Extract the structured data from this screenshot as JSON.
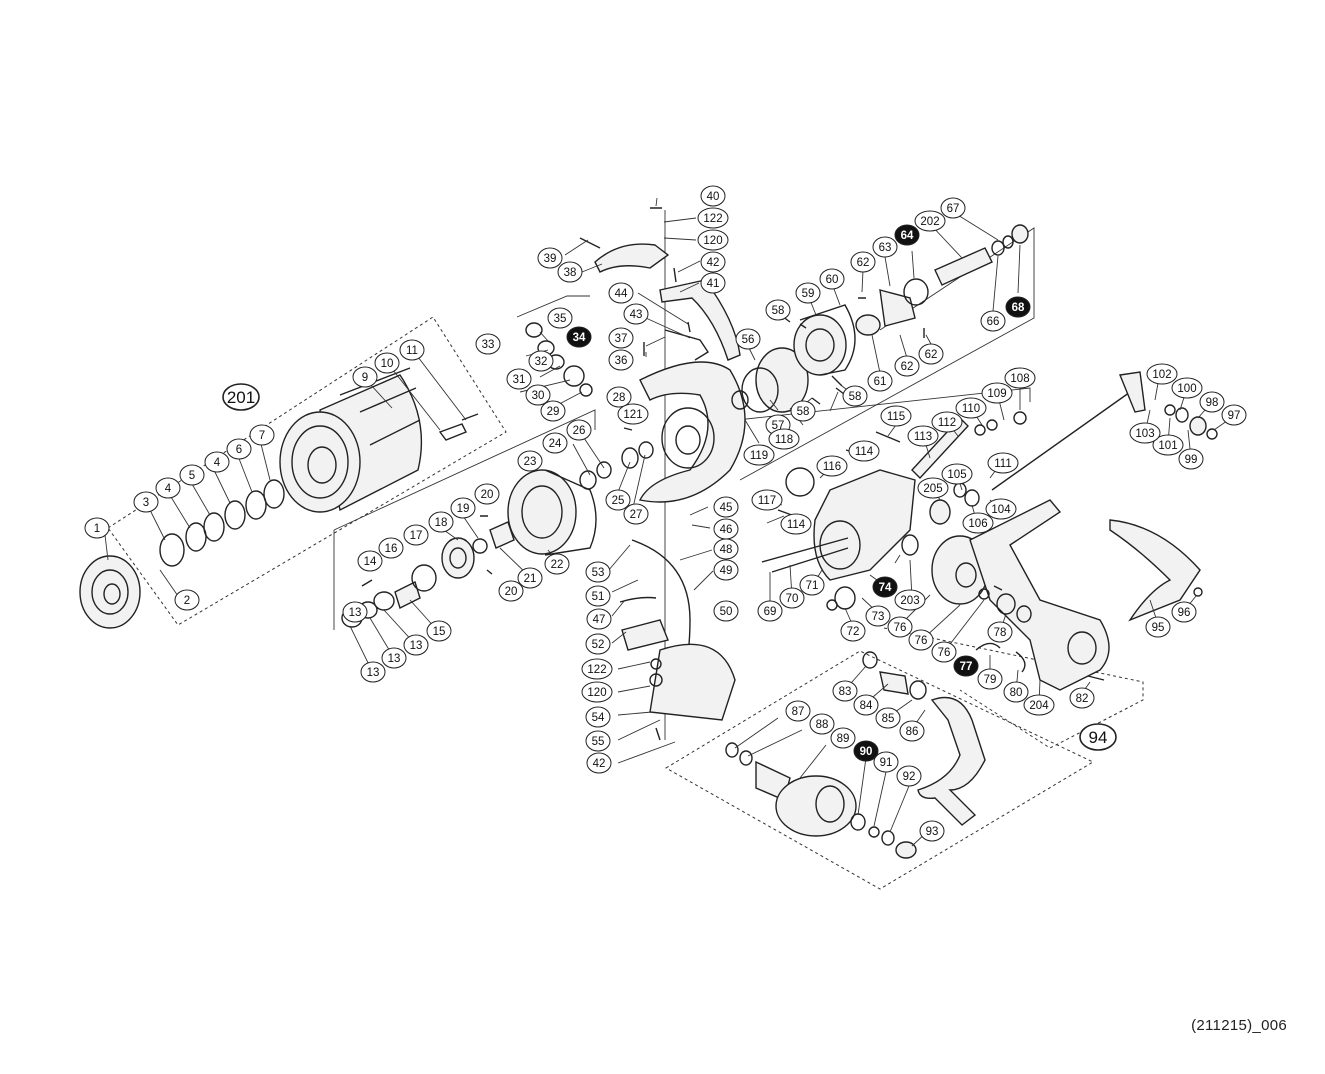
{
  "diagram": {
    "caption": "(211215)_006",
    "callouts_plain": [
      "1",
      "2",
      "3",
      "4",
      "4",
      "5",
      "6",
      "7",
      "9",
      "10",
      "11",
      "13",
      "13",
      "13",
      "13",
      "14",
      "15",
      "16",
      "17",
      "18",
      "19",
      "20",
      "20",
      "21",
      "22",
      "23",
      "24",
      "25",
      "26",
      "27",
      "28",
      "29",
      "30",
      "31",
      "32",
      "33",
      "35",
      "36",
      "37",
      "38",
      "39",
      "40",
      "41",
      "42",
      "42",
      "43",
      "44",
      "45",
      "46",
      "47",
      "48",
      "49",
      "50",
      "51",
      "52",
      "53",
      "54",
      "55",
      "56",
      "57",
      "58",
      "58",
      "58",
      "59",
      "60",
      "61",
      "62",
      "62",
      "62",
      "63",
      "66",
      "67",
      "69",
      "70",
      "71",
      "72",
      "73",
      "76",
      "76",
      "76",
      "78",
      "79",
      "80",
      "82",
      "83",
      "84",
      "85",
      "86",
      "87",
      "88",
      "89",
      "91",
      "92",
      "93",
      "95",
      "96",
      "97",
      "98",
      "99",
      "100",
      "101",
      "102",
      "103",
      "104",
      "105",
      "106",
      "108",
      "109",
      "110",
      "111",
      "112",
      "113",
      "114",
      "114",
      "115",
      "116",
      "117",
      "118",
      "119",
      "120",
      "120",
      "121",
      "122",
      "122",
      "202",
      "203",
      "204",
      "205"
    ],
    "callouts_highlight": [
      "34",
      "64",
      "68",
      "74",
      "77",
      "90"
    ],
    "callouts_assembly": [
      "201",
      "94"
    ]
  }
}
